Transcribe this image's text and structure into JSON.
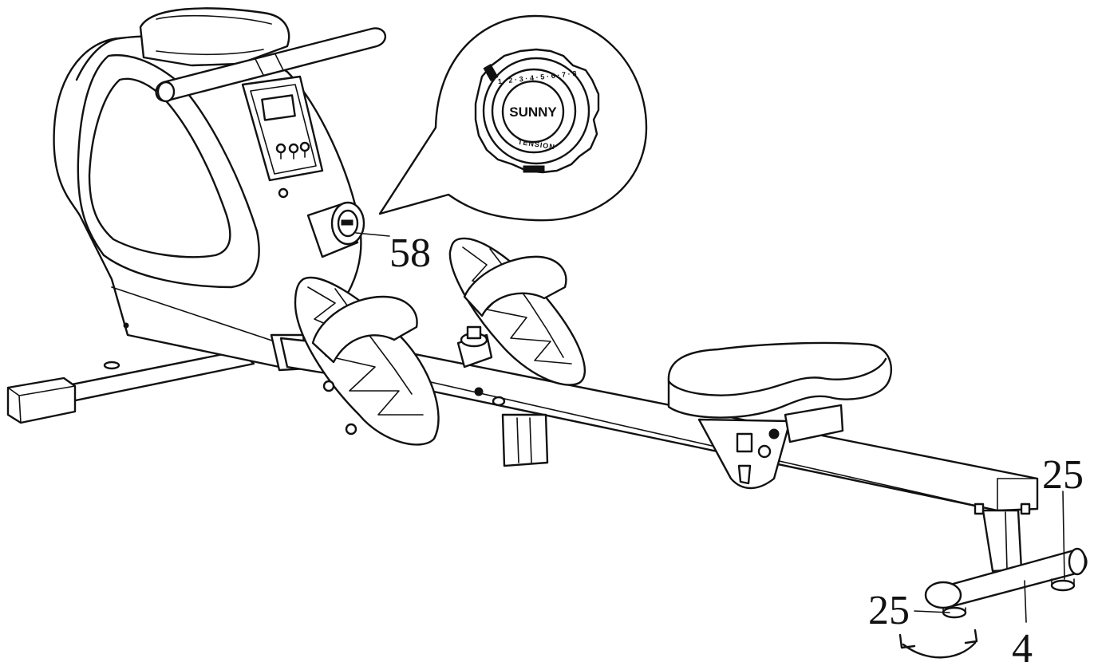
{
  "figure": {
    "callouts": {
      "tension_knob": "58",
      "rear_foot_upper": "25",
      "rear_foot_lower": "25",
      "rear_stabilizer": "4"
    },
    "knob_detail": {
      "brand": "SUNNY",
      "label": "TENSION",
      "scale": "1 · 2 · 3 · 4 · 5 · 6 · 7 · 8"
    }
  }
}
